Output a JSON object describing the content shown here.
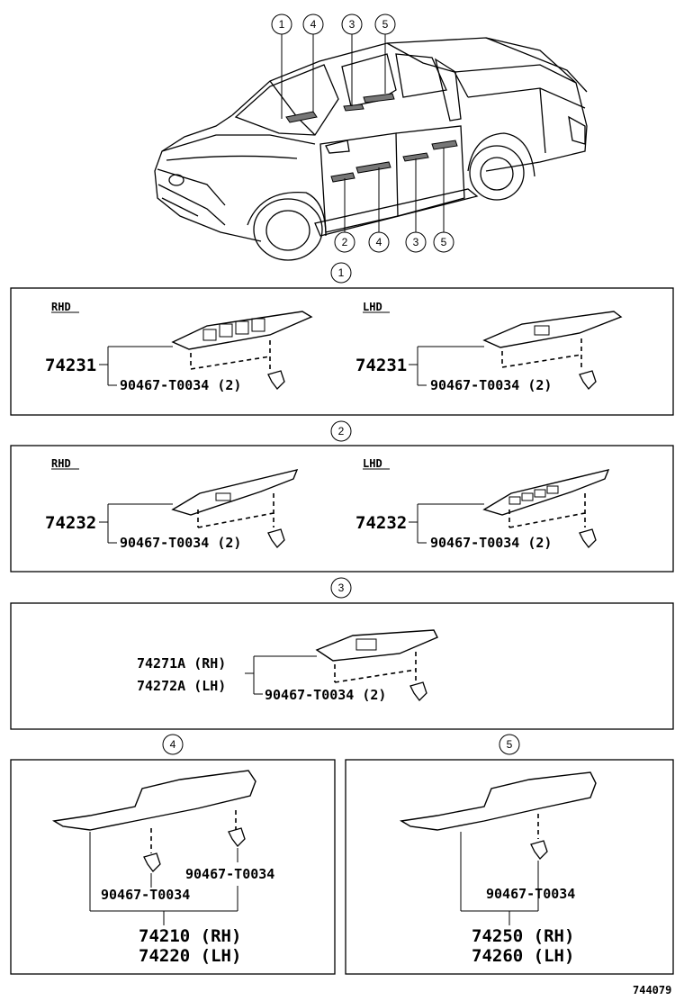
{
  "vehicle_callouts": {
    "top": [
      "1",
      "4",
      "3",
      "5"
    ],
    "bottom": [
      "2",
      "4",
      "3",
      "5"
    ]
  },
  "sections": [
    {
      "callout": "1",
      "panels": [
        {
          "variant": "RHD",
          "part_no": "74231",
          "clip": "90467-T0034 (2)"
        },
        {
          "variant": "LHD",
          "part_no": "74231",
          "clip": "90467-T0034 (2)"
        }
      ]
    },
    {
      "callout": "2",
      "panels": [
        {
          "variant": "RHD",
          "part_no": "74232",
          "clip": "90467-T0034 (2)"
        },
        {
          "variant": "LHD",
          "part_no": "74232",
          "clip": "90467-T0034 (2)"
        }
      ]
    },
    {
      "callout": "3",
      "part_rh": "74271A (RH)",
      "part_lh": "74272A (LH)",
      "clip": "90467-T0034 (2)"
    },
    {
      "callout": "4",
      "clip_right": "90467-T0034",
      "clip_left": "90467-T0034",
      "part_rh": "74210 (RH)",
      "part_lh": "74220 (LH)"
    },
    {
      "callout": "5",
      "clip": "90467-T0034",
      "part_rh": "74250 (RH)",
      "part_lh": "74260 (LH)"
    }
  ],
  "diagram_id": "744079"
}
